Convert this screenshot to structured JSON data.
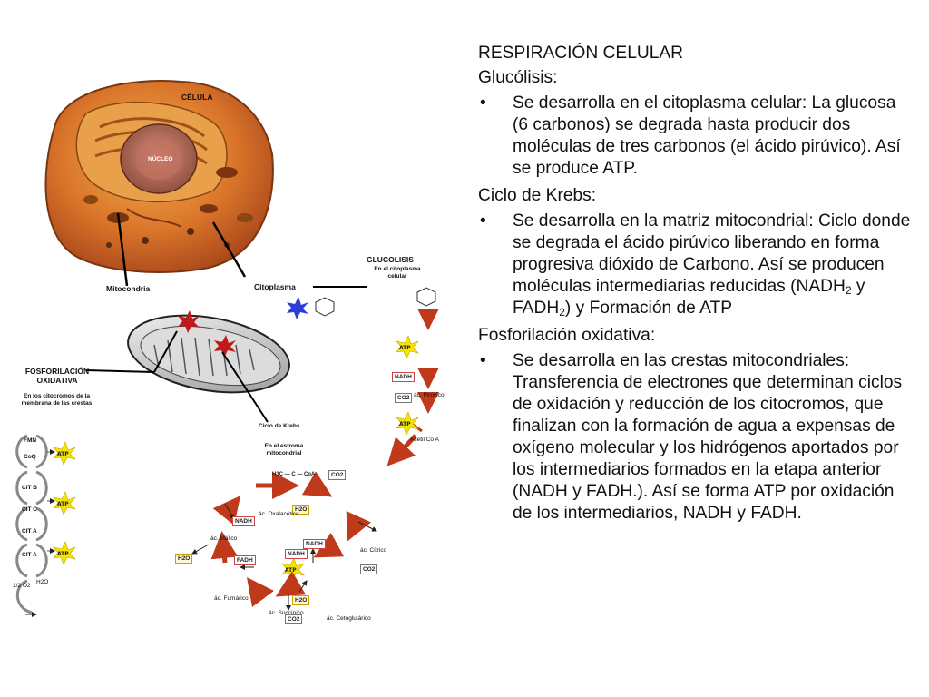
{
  "slide": {
    "title": "RESPIRACIÓN CELULAR",
    "sections": [
      {
        "heading": "Glucólisis:",
        "bullets": [
          "Se desarrolla en el citoplasma celular: La glucosa (6 carbonos) se degrada hasta producir dos moléculas de tres carbonos (el ácido pirúvico). Así se produce ATP."
        ]
      },
      {
        "heading": "Ciclo de Krebs:",
        "bullets": [
          "Se desarrolla en la matriz mitocondrial: Ciclo donde se degrada el ácido pirúvico liberando en forma progresiva dióxido de Carbono. Así se producen  moléculas intermediarias reducidas (NADH2 y FADH2) y Formación de ATP"
        ]
      },
      {
        "heading": "Fosforilación oxidativa:",
        "bullets": [
          "Se desarrolla en las crestas mitocondriales: Transferencia de electrones que determinan ciclos de oxidación y reducción de los citocromos, que finalizan con la formación de agua a expensas de oxígeno molecular y los hidrógenos aportados por los intermediarios formados en la etapa anterior (NADH y FADH.).  Así se forma ATP por oxidación de los intermediarios, NADH y FADH."
        ]
      }
    ],
    "bullet_char": "•",
    "krebs_bullet_parts": {
      "before": "Se desarrolla en la matriz mitocondrial: Ciclo donde se degrada el ácido pirúvico liberando en forma progresiva dióxido de Carbono. Así se producen  moléculas intermediarias reducidas (NADH",
      "sub1": "2",
      "mid": " y FADH",
      "sub2": "2",
      "after": ") y Formación de ATP"
    }
  },
  "figure": {
    "cell_label": "CÉLULA",
    "nucleus_label": "NÚCLEO",
    "mitochondria_label": "Mitocondria",
    "cytoplasm_label": "Citoplasma",
    "glycolysis_title": "GLUCOLISIS",
    "glycolysis_sub": "En el citoplasma celular",
    "oxphos_title": "FOSFORILACIÓN OXIDATIVA",
    "oxphos_sub": "En los citocromos de la membrana de las crestas",
    "krebs_label": "Ciclo de Krebs",
    "stroma_title": "En el estroma mitocondrial",
    "chain": [
      "FMN",
      "CoQ",
      "CIT B",
      "CIT C",
      "CIT A",
      "CIT A"
    ],
    "oxygen_label": "1/2 O2",
    "water_label": "H2O",
    "atp": "ATP",
    "nadh": "NADH",
    "fadh": "FADH",
    "h2o": "H2O",
    "co2": "CO2",
    "acids": {
      "piruvico": "ác. Pirúvico",
      "acetil": "Acetil Co A",
      "oxalacetico": "ác. Oxalacético",
      "malico": "ác. Málico",
      "fumarico": "ác. Fumárico",
      "succinico": "ác. Succínico",
      "cetoglutarico": "ác. Cetoglutárico",
      "citrico": "ác. Cítrico"
    },
    "acetyl_formula": "H3C — C — CoA",
    "colors": {
      "cell_outer": "#c8641e",
      "cell_inner": "#e8962e",
      "nucleus": "#b86e5a",
      "arrow_red": "#c0391b",
      "atp_star": "#f5e600",
      "glucose_star": "#2b3fd6"
    }
  }
}
